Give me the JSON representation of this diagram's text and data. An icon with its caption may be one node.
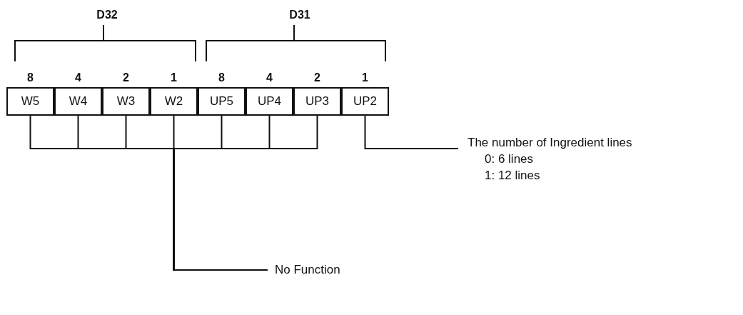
{
  "diagram": {
    "nodes": [
      {
        "text": [
          "W5"
        ]
      },
      {
        "text": [
          "W4"
        ]
      },
      {
        "text": [
          "W3"
        ]
      },
      {
        "text": [
          "W2"
        ]
      },
      {
        "text": [
          "UP5"
        ]
      },
      {
        "text": [
          "UP4"
        ]
      },
      {
        "text": [
          "UP3"
        ]
      },
      {
        "text": [
          "UP2"
        ]
      },
      {
        "text": [
          "No Function"
        ]
      },
      {
        "text": [
          "The number of Ingredient lines",
          "0: 6 lines",
          "1: 12 lines"
        ]
      }
    ],
    "edges": [
      {
        "from": 0,
        "to": 8,
        "arrow": "none"
      },
      {
        "from": 1,
        "to": 8,
        "arrow": "none"
      },
      {
        "from": 2,
        "to": 8,
        "arrow": "none"
      },
      {
        "from": 3,
        "to": 8,
        "arrow": "none"
      },
      {
        "from": 4,
        "to": 8,
        "arrow": "none"
      },
      {
        "from": 5,
        "to": 8,
        "arrow": "none"
      },
      {
        "from": 6,
        "to": 8,
        "arrow": "none"
      },
      {
        "from": 7,
        "to": 9,
        "arrow": "none"
      }
    ],
    "labels": [
      "D32",
      "D31",
      "8",
      "4",
      "2",
      "1",
      "8",
      "4",
      "2",
      "1"
    ]
  }
}
